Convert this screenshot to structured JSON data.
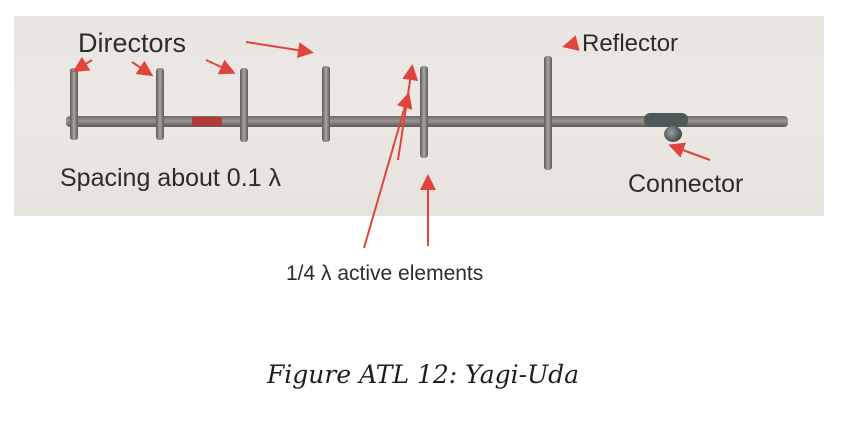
{
  "labels": {
    "directors": "Directors",
    "reflector": "Reflector",
    "spacing": "Spacing about 0.1 λ",
    "connector": "Connector",
    "active": "1/4 λ active elements"
  },
  "caption": "Figure ATL 12: Yagi-Uda",
  "colors": {
    "arrow": "#e0443c",
    "photo_background": "#e9e6e2",
    "boom": "#8a8683",
    "label_text": "#2c2c2c"
  }
}
